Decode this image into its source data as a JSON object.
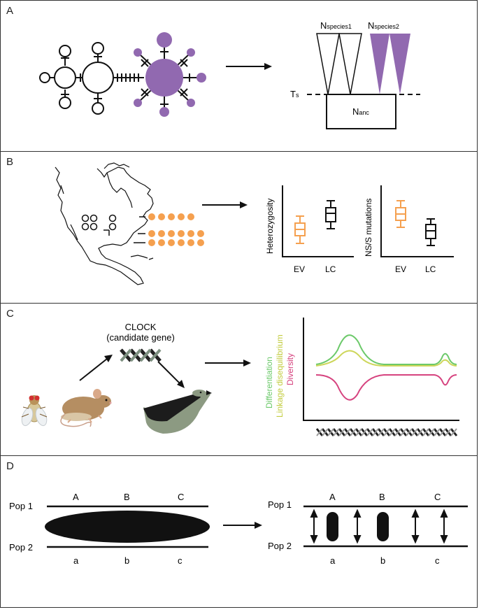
{
  "panels": {
    "a": {
      "label": "A",
      "n_species1": "N",
      "n_species1_sub": "species1",
      "n_species2": "N",
      "n_species2_sub": "species2",
      "ts": "T",
      "ts_sub": "s",
      "n_anc": "N",
      "n_anc_sub": "anc"
    },
    "b": {
      "label": "B",
      "plot1": {
        "ylabel": "Heterozygosity",
        "categories": [
          "EV",
          "LC"
        ]
      },
      "plot2": {
        "ylabel": "NS/S mutations",
        "categories": [
          "EV",
          "LC"
        ]
      }
    },
    "c": {
      "label": "C",
      "gene_title": "CLOCK",
      "gene_subtitle": "(candidate gene)",
      "legend": [
        "Differentiation",
        "Linkage disequilibrium",
        "Diversity"
      ]
    },
    "d": {
      "label": "D",
      "left": {
        "pop1": "Pop 1",
        "pop2": "Pop 2",
        "upper_loci": [
          "A",
          "B",
          "C"
        ],
        "lower_loci": [
          "a",
          "b",
          "c"
        ]
      },
      "right": {
        "pop1": "Pop 1",
        "pop2": "Pop 2",
        "upper_loci": [
          "A",
          "B",
          "C"
        ],
        "lower_loci": [
          "a",
          "b",
          "c"
        ]
      }
    }
  },
  "colors": {
    "purple": "#9169b0",
    "orange": "#f5a04f",
    "green": "#6cc96a",
    "yellow": "#cdd65a",
    "pink": "#d6437f",
    "bird": "#8c9a82"
  }
}
